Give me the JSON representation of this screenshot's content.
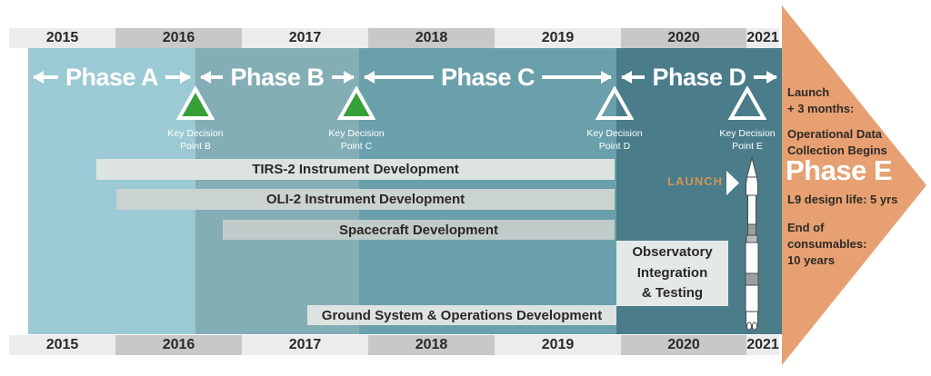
{
  "timeline": {
    "years": [
      "2015",
      "2016",
      "2017",
      "2018",
      "2019",
      "2020",
      "2021"
    ],
    "phases": [
      {
        "label": "Phase A"
      },
      {
        "label": "Phase B"
      },
      {
        "label": "Phase C"
      },
      {
        "label": "Phase D"
      }
    ],
    "kdp_markers": [
      {
        "line1": "Key Decision",
        "line2": "Point B",
        "filled": true
      },
      {
        "line1": "Key Decision",
        "line2": "Point C",
        "filled": true
      },
      {
        "line1": "Key Decision",
        "line2": "Point D",
        "filled": false
      },
      {
        "line1": "Key Decision",
        "line2": "Point E",
        "filled": false
      }
    ],
    "bars": {
      "tirs2": "TIRS-2 Instrument Development",
      "oli2": "OLI-2 Instrument Development",
      "spacecraft": "Spacecraft Development",
      "ground": "Ground System & Operations Development"
    },
    "observatory": {
      "line1": "Observatory",
      "line2": "Integration",
      "line3": "& Testing"
    },
    "launch_label": "LAUNCH"
  },
  "phase_e_panel": {
    "launch_note_line1": "Launch",
    "launch_note_line2": "+ 3 months:",
    "ops_line1": "Operational Data",
    "ops_line2": "Collection Begins",
    "title": "Phase E",
    "design_life": "L9 design life: 5 yrs",
    "consumables_line1": "End of",
    "consumables_line2": "consumables:",
    "consumables_line3": "10 years"
  },
  "colors": {
    "phase_a_band": "#9bcad4",
    "phase_b_band": "#84aeb6",
    "phase_c_band": "#6aa0ac",
    "phase_d_band": "#4a7c8a",
    "kdp_green": "#35a038",
    "phase_e_arrow_orange": "#e7a071",
    "launch_text_orange": "#d1945c",
    "year_cell_light": "#ebeced",
    "year_cell_dark": "#c7c8c9"
  }
}
